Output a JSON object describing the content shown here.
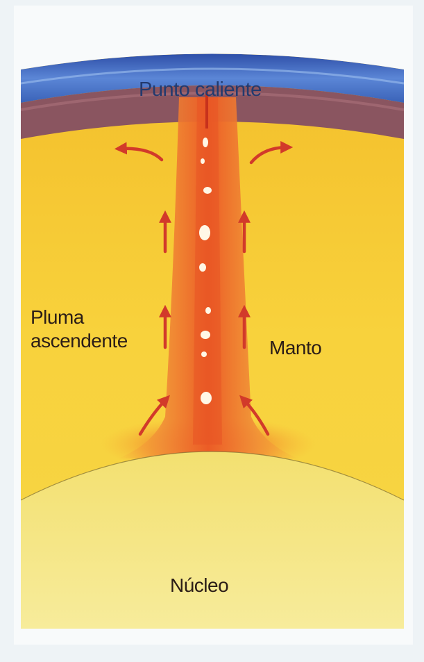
{
  "labels": {
    "hotspot": "Punto caliente",
    "plume_line1": "Pluma",
    "plume_line2": "ascendente",
    "mantle": "Manto",
    "core": "Núcleo"
  },
  "colors": {
    "ocean": "#3f6bc2",
    "crust": "#8a5560",
    "mantle": "#f7cf3a",
    "core": "#f6ea8a",
    "plume": "#ef6a2b",
    "arrow": "#d23a2a"
  },
  "icons": {
    "flow_arrow": "red curved arrow indicating flow direction"
  }
}
